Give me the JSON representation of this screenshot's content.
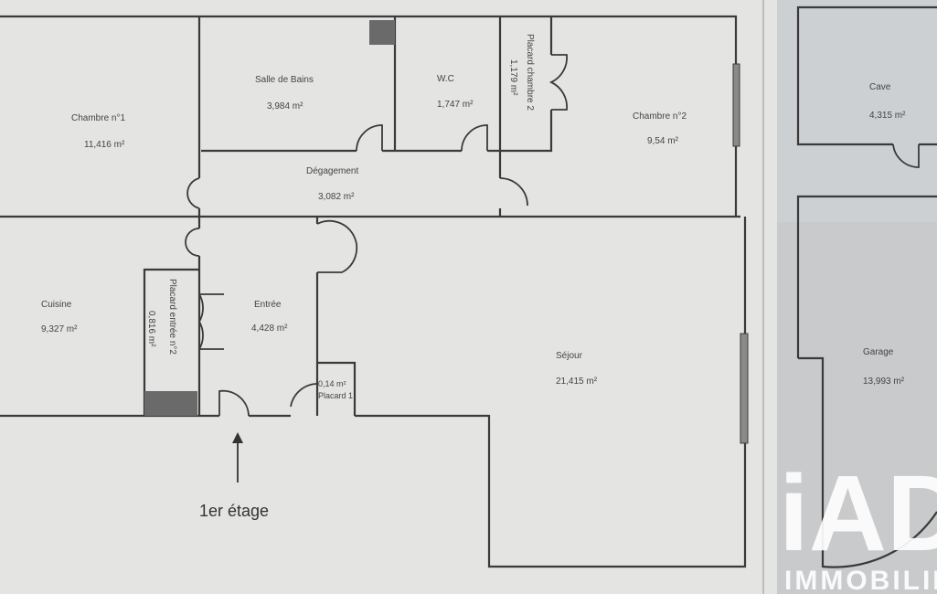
{
  "floor_label": "1er étage",
  "rooms": [
    {
      "name": "Chambre n°1",
      "area": "11,416 m²"
    },
    {
      "name": "Salle de Bains",
      "area": "3,984 m²"
    },
    {
      "name": "W.C",
      "area": "1,747 m²"
    },
    {
      "name": "Placard chambre 2",
      "area": "1,179 m²"
    },
    {
      "name": "Chambre n°2",
      "area": "9,54 m²"
    },
    {
      "name": "Dégagement",
      "area": "3,082 m²"
    },
    {
      "name": "Cuisine",
      "area": "9,327 m²"
    },
    {
      "name": "Placard entrée n°2",
      "area": "0,816 m²"
    },
    {
      "name": "Entrée",
      "area": "4,428 m²"
    },
    {
      "name": "Placard 1",
      "area": "0,14 m²"
    },
    {
      "name": "Séjour",
      "area": "21,415 m²"
    }
  ],
  "annex": [
    {
      "name": "Cave",
      "area": "4,315 m²"
    },
    {
      "name": "Garage",
      "area": "13,993 m²"
    }
  ],
  "logo": {
    "mark": "iAD",
    "sub": "IMMOBILIER"
  }
}
